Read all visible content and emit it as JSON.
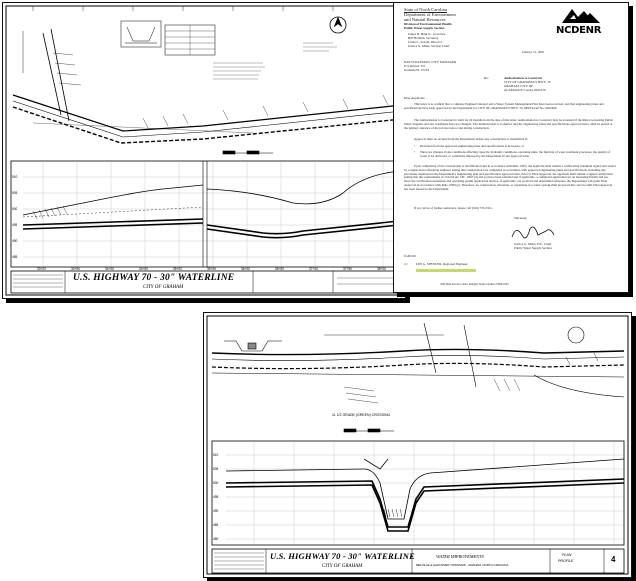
{
  "drawing_left": {
    "title": "U.S. HIGHWAY 70 - 30\" WATERLINE",
    "subtitle": "CITY OF GRAHAM",
    "elev_labels": [
      "510",
      "505",
      "500",
      "495",
      "490",
      "485"
    ],
    "station_labels": [
      "33+00",
      "33+50",
      "34+00",
      "34+50",
      "35+00",
      "35+50",
      "36+00",
      "36+50",
      "37+00",
      "37+50",
      "38+00"
    ]
  },
  "drawing_right": {
    "title": "U.S. HIGHWAY 70 - 30\" WATERLINE",
    "subtitle": "CITY OF GRAHAM",
    "project_title": "WATER IMPROVEMENTS",
    "project_sub": "MELVILLE & HAW RIVER TOWNSHIP - GRAHAM, NORTH CAROLINA",
    "sheet_type_1": "PLAN",
    "sheet_type_2": "PROFILE",
    "sheet_number": "4",
    "note": "11 1/2 GRADE (GREEN) CROSSING",
    "elev_labels": [
      "510",
      "505",
      "500",
      "495",
      "490",
      "485",
      "480"
    ]
  },
  "letter": {
    "agency_lines": [
      "State of North Carolina",
      "Department of Environment",
      "and Natural Resources",
      "Division of Environmental Health",
      "Public Water Supply Section"
    ],
    "officials": [
      "James B. Hunt Jr., Governor",
      "Bill Holman, Secretary",
      "Linda C. Sewall, Director",
      "Jessica G. Miles, Section Chief"
    ],
    "logo_text": "NCDENR",
    "date": "January 11, 2001",
    "recipient": [
      "RAY FOGLEMAN, CITY MANAGER",
      "P O Drawer 357",
      "Graham,NC 27253"
    ],
    "re_label": "Re:",
    "re_lines": [
      "Authorization to Construct",
      "CITY OF GRAHAM/US HWY. 70",
      "GRAHAM, CITY OF",
      "ALAMANCE County  0201010"
    ],
    "salutation": "Dear Applicant:",
    "paragraphs": [
      "This letter is to confirm that a complete Engineer's Report and a Water System Management Plan have been received, and that engineering plans and specifications have been approved by the Department for CITY OF GRAHAM/US HWY. 70, DEH Serial No. 0002469.",
      "The Authorization to Construct is valid for 24 months from the date of this letter. Authorization to Construct may be extended if the Rules Governing Public Water Supplies and site conditions have not changed. The Authorization to Construct and the engineering plans and specifications approval letter, shall be posted at the primary entrance of the job site before and during construction.",
      "Approval must be secured from the Department before any construction or installation if:",
      "Deviation from the approved engineering plans and specifications is necessary, or",
      "There are changes in site conditions affecting capacity, hydraulic conditions, operating units, the function of water treatment processes, the quality of water to be delivered, or conditions imposed by the Department in any approval letter.",
      "Upon completion of the construction or modification and in accordance with Rule .0303, the applicant shall submit a certification statement signed and sealed by a registered professional engineer stating that construction was completed in accordance with approved engineering plans and specifications, including any provisions stipulated in the Department's engineering plan and specification approval letter. Prior to Final Approval, the applicant shall submit a signed certification stating that the requirements in 15A NCAC 18C .0307 (d) and (e) have been satisfied and if applicable, a completed application for an Operating Permit and fee. Once the certification statements and operating permit application and fee, if applicable, are received and determined adequate, the Department will grant Final Approval in accordance with Rule .0309 (a). Therefore, no construction, alteration, or expansion of a water system shall be placed into service until Final Approval has been issued by the Department.",
      "If we can be of further assistance, please call (919) 733-2321."
    ],
    "closing": "Sincerely,",
    "signer": [
      "Jessica G. Miles, P.E., Chief",
      "Public Water Supply Section"
    ],
    "initials": "JGM:OU",
    "cc_label": "cc:",
    "cc": "LEE G. SPENCER, Regional Engineer",
    "footer": "1634 Mail Service Center, Raleigh, North Carolina 27699-1634"
  }
}
